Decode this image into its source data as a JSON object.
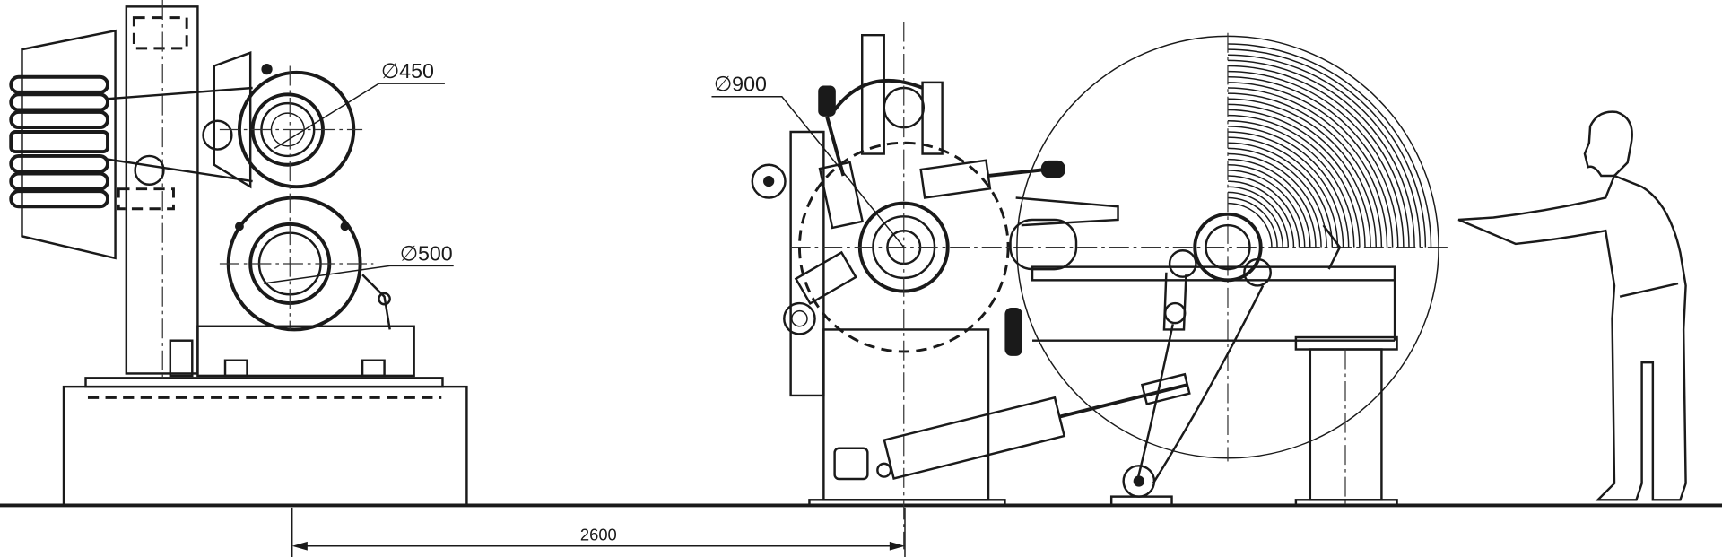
{
  "labels": {
    "top_roll_diameter": "∅450",
    "bottom_roll_diameter": "∅500",
    "drum_diameter": "∅900",
    "center_distance": "2600"
  },
  "reel_arcs": 30
}
